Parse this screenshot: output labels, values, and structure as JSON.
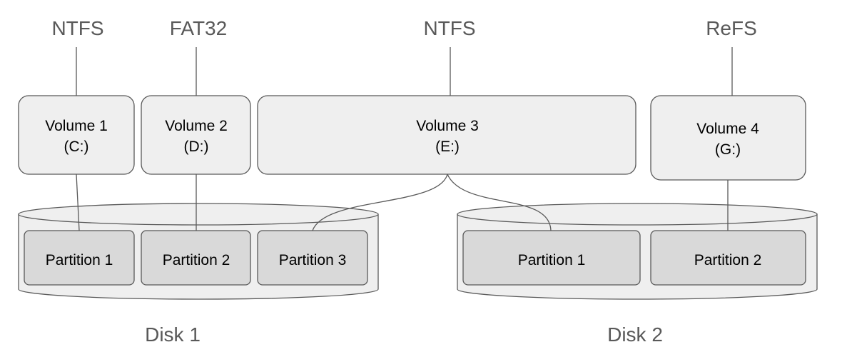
{
  "filesystems": [
    {
      "id": "ntfs-1",
      "label": "NTFS"
    },
    {
      "id": "fat32",
      "label": "FAT32"
    },
    {
      "id": "ntfs-3",
      "label": "NTFS"
    },
    {
      "id": "refs",
      "label": "ReFS"
    }
  ],
  "volumes": [
    {
      "name": "Volume 1",
      "drive": "(C:)"
    },
    {
      "name": "Volume 2",
      "drive": "(D:)"
    },
    {
      "name": "Volume 3",
      "drive": "(E:)"
    },
    {
      "name": "Volume 4",
      "drive": "(G:)"
    }
  ],
  "disks": [
    {
      "label": "Disk 1",
      "partitions": [
        "Partition 1",
        "Partition 2",
        "Partition 3"
      ]
    },
    {
      "label": "Disk 2",
      "partitions": [
        "Partition 1",
        "Partition 2"
      ]
    }
  ],
  "colors": {
    "line": "#595959",
    "volume_fill": "#efefef",
    "partition_fill": "#d9d9d9",
    "disk_fill": "#efefef"
  }
}
